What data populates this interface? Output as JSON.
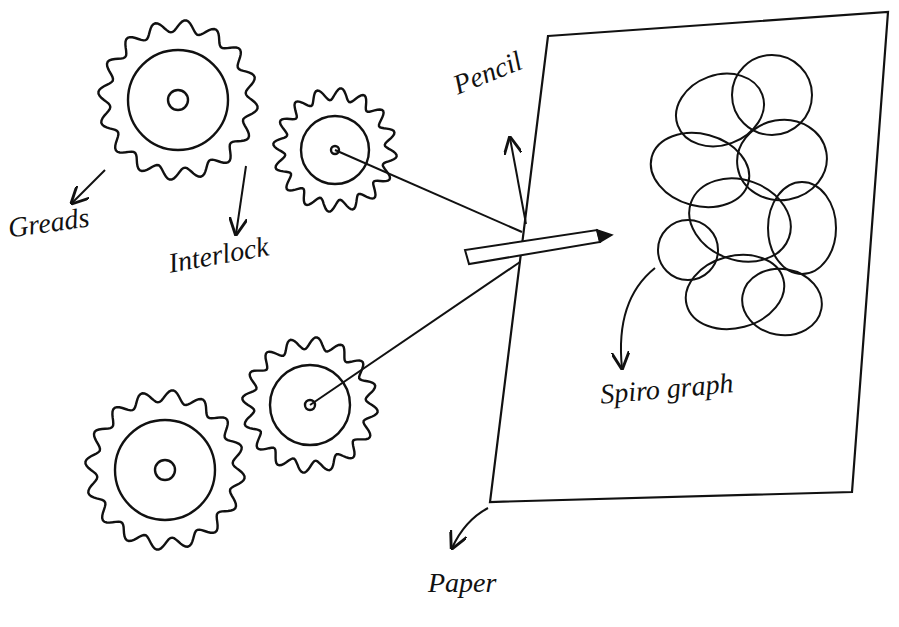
{
  "diagram": {
    "labels": [
      "Greads",
      "Interlock",
      "Pencil",
      "Spiro graph",
      "Paper"
    ]
  }
}
